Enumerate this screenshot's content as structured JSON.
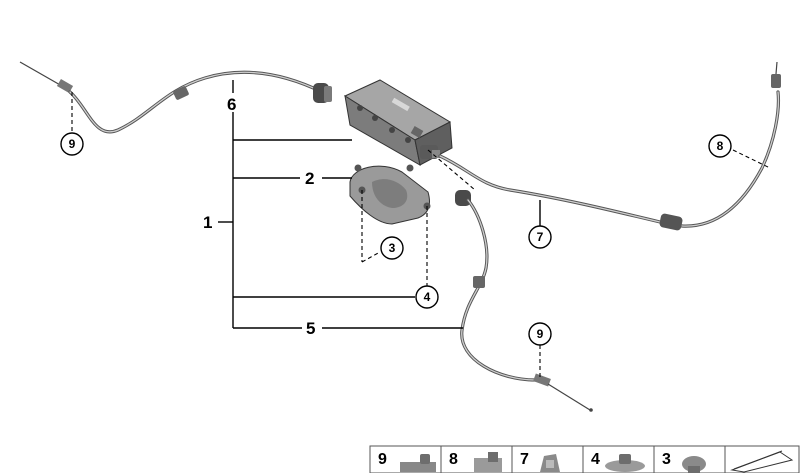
{
  "callouts": {
    "c1": "1",
    "c2": "2",
    "c3": "3",
    "c4": "4",
    "c5": "5",
    "c6": "6",
    "c7": "7",
    "c8": "8",
    "c9_left": "9",
    "c9_right": "9"
  },
  "legend_strip": {
    "cells": [
      "9",
      "8",
      "7",
      "4",
      "3"
    ]
  },
  "colors": {
    "cable": "#555555",
    "housing": "#8a8a8a",
    "housing_dark": "#5e5e5e",
    "bracket": "#9a9a9a"
  }
}
